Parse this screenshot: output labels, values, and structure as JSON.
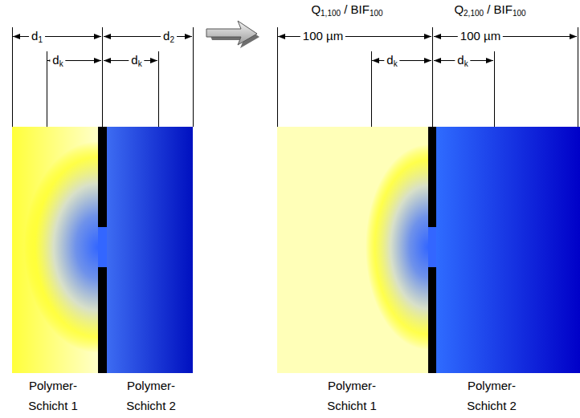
{
  "diagram": {
    "labels": [
      "Q1,100 / BIF100",
      "Q2,100 / BIF100",
      "d1",
      "d2",
      "dk",
      "dk",
      "100 µm",
      "100 µm",
      "dk",
      "dk",
      "Polymer-Schicht 1",
      "Polymer-Schicht 2",
      "Polymer-Schicht 1",
      "Polymer-Schicht 2"
    ]
  }
}
